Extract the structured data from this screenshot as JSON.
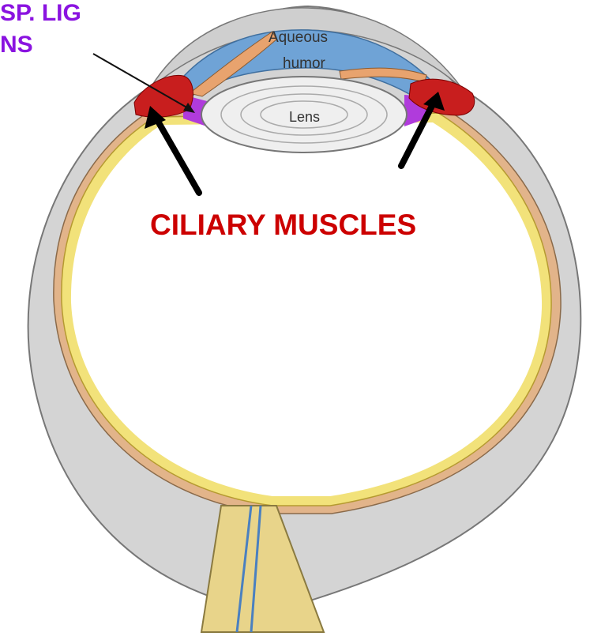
{
  "labels": {
    "susp_lig_line1": "SP. LIG",
    "susp_lig_line2": "NS",
    "ciliary_muscles": "CILIARY MUSCLES",
    "aqueous_line1": "Aqueous",
    "aqueous_line2": "humor",
    "lens": "Lens"
  },
  "colors": {
    "sclera": "#c9c9c9",
    "choroid": "#d8a27b",
    "retina": "#f2e27a",
    "aqueous": "#6fa3d6",
    "ciliary_muscle": "#c81e1e",
    "suspensory_ligament": "#b03bdc",
    "label_purple": "#8a13e0",
    "label_red": "#cc0000"
  }
}
